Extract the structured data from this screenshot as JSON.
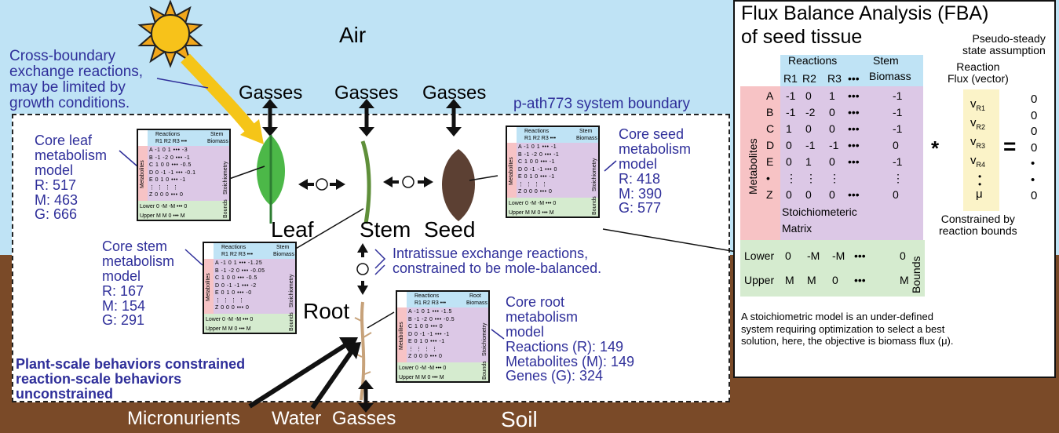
{
  "scene": {
    "air": "Air",
    "soil": "Soil",
    "cross_boundary_note": [
      "Cross-boundary",
      "exchange reactions,",
      "may be limited by",
      "growth conditions."
    ],
    "system_boundary": "p-ath773 system boundary",
    "gasses_top": [
      "Gasses",
      "Gasses",
      "Gasses"
    ],
    "organs": {
      "leaf": "Leaf",
      "stem": "Stem",
      "seed": "Seed",
      "root": "Root"
    },
    "intratissue_note": [
      "Intratissue exchange reactions,",
      "constrained to be mole-balanced."
    ],
    "plant_scale_note": [
      "Plant-scale behaviors constrained",
      "reaction-scale behaviors",
      "unconstrained"
    ],
    "inputs_bottom": {
      "micro": "Micronurients",
      "water": "Water",
      "gasses": "Gasses"
    },
    "colors": {
      "sky": "#bfe3f5",
      "soil": "#7a4a28",
      "leaf": "#4cb848",
      "seed": "#5c4033",
      "root": "#c7a27a",
      "sun": "#f7c21a",
      "text_blue": "#2f2f9a"
    }
  },
  "models": {
    "leaf": [
      "Core leaf",
      "metabolism",
      "model",
      "R: 517",
      "M: 463",
      "G: 666"
    ],
    "stem": [
      "Core stem",
      "metabolism",
      "model",
      "R: 167",
      "M: 154",
      "G: 291"
    ],
    "seed": [
      "Core seed",
      "metabolism",
      "model",
      "R: 418",
      "M: 390",
      "G: 577"
    ],
    "root": [
      "Core root",
      "metabolism",
      "model",
      "Reactions (R): 149",
      "Metabolites (M): 149",
      "Genes (G): 324"
    ]
  },
  "mini_tables": {
    "leaf": {
      "reactions": "Reactions",
      "biomass_top": "Stem",
      "biomass": "Biomass",
      "cols": "R1 R2 R3 •••",
      "rows": [
        "A -1 0 1 ••• -3",
        "B -1 -2 0 ••• -1",
        "C 1 0 0 ••• -0.5",
        "D 0 -1 -1 ••• -0.1",
        "E 0 1 0 ••• -1",
        "⋮ ⋮ ⋮ ⋮",
        "Z 0 0 0 ••• 0"
      ],
      "metabolites": "Metabolites",
      "stoich": "Stoichiometry",
      "bounds": "Bounds",
      "lower": "Lower 0 -M -M ••• 0",
      "upper": "Upper M M 0 ••• M"
    },
    "stem": {
      "reactions": "Reactions",
      "biomass_top": "Stem",
      "biomass": "Biomass",
      "cols": "R1 R2 R3 •••",
      "rows": [
        "A -1 0 1 ••• -1.25",
        "B -1 -2 0 ••• -0.05",
        "C 1 0 0 ••• -0.5",
        "D 0 -1 -1 ••• -2",
        "E 0 1 0 ••• -0",
        "⋮ ⋮ ⋮ ⋮",
        "Z 0 0 0 ••• 0"
      ],
      "metabolites": "Metabolites",
      "stoich": "Stoichiometry",
      "bounds": "Bounds",
      "lower": "Lower 0 -M -M ••• 0",
      "upper": "Upper M M 0 ••• M"
    },
    "seed": {
      "reactions": "Reactions",
      "biomass_top": "Stem",
      "biomass": "Biomass",
      "cols": "R1 R2 R3 •••",
      "rows": [
        "A -1 0 1 ••• -1",
        "B -1 -2 0 ••• -1",
        "C 1 0 0 ••• -1",
        "D 0 -1 -1 ••• 0",
        "E 0 1 0 ••• -1",
        "⋮ ⋮ ⋮ ⋮",
        "Z 0 0 0 ••• 0"
      ],
      "metabolites": "Metabolites",
      "stoich": "Stoichiometry",
      "bounds": "Bounds",
      "lower": "Lower 0 -M -M ••• 0",
      "upper": "Upper M M 0 ••• M"
    },
    "root": {
      "reactions": "Reactions",
      "biomass_top": "Root",
      "biomass": "Biomass",
      "cols": "R1 R2 R3 •••",
      "rows": [
        "A -1 0 1 ••• -1.5",
        "B -1 -2 0 ••• -0.5",
        "C 1 0 0 ••• 0",
        "D 0 -1 -1 ••• -1",
        "E 0 1 0 ••• -1",
        "⋮ ⋮ ⋮ ⋮",
        "Z 0 0 0 ••• 0"
      ],
      "metabolites": "Metabolites",
      "stoich": "Stoichiometry",
      "bounds": "Bounds",
      "lower": "Lower 0 -M -M ••• 0",
      "upper": "Upper M M 0 ••• M"
    }
  },
  "fba": {
    "title_1": "Flux Balance Analysis (FBA)",
    "title_2": "of seed tissue",
    "pseudo": [
      "Pseudo-steady",
      "state assumption"
    ],
    "reaction_flux": [
      "Reaction",
      "Flux (vector)"
    ],
    "reactions": "Reactions",
    "stem": "Stem",
    "biomass": "Biomass",
    "col_headers": [
      "R1",
      "R2",
      "R3",
      "•••"
    ],
    "metabolites": "Metabolites",
    "matrix_rows": [
      [
        "A",
        "-1",
        "0",
        "1",
        "•••",
        "-1"
      ],
      [
        "B",
        "-1",
        "-2",
        "0",
        "•••",
        "-1"
      ],
      [
        "C",
        "1",
        "0",
        "0",
        "•••",
        "-1"
      ],
      [
        "D",
        "0",
        "-1",
        "-1",
        "•••",
        "0"
      ],
      [
        "E",
        "0",
        "1",
        "0",
        "•••",
        "-1"
      ],
      [
        "•",
        "⋮",
        "⋮",
        "⋮",
        "",
        "⋮"
      ],
      [
        "Z",
        "0",
        "0",
        "0",
        "•••",
        "0"
      ]
    ],
    "stoich_matrix": [
      "Stoichiometeric",
      "Matrix"
    ],
    "flux_vector": [
      "R1",
      "R2",
      "R3",
      "R4"
    ],
    "mu": "μ",
    "times": "*",
    "equals": "=",
    "zeros": [
      "0",
      "0",
      "0",
      "0",
      "•",
      "•",
      "0"
    ],
    "constrained": [
      "Constrained by",
      "reaction bounds"
    ],
    "bounds": "Bounds",
    "lower": [
      "Lower",
      "0",
      "-M",
      "-M",
      "•••",
      "0"
    ],
    "upper": [
      "Upper",
      "M",
      "M",
      "0",
      "•••",
      "M"
    ],
    "note": [
      "A stoichiometric model is an under-defined",
      "system requiring optimization to select a best",
      "solution, here, the objective is biomass flux (μ)."
    ]
  }
}
